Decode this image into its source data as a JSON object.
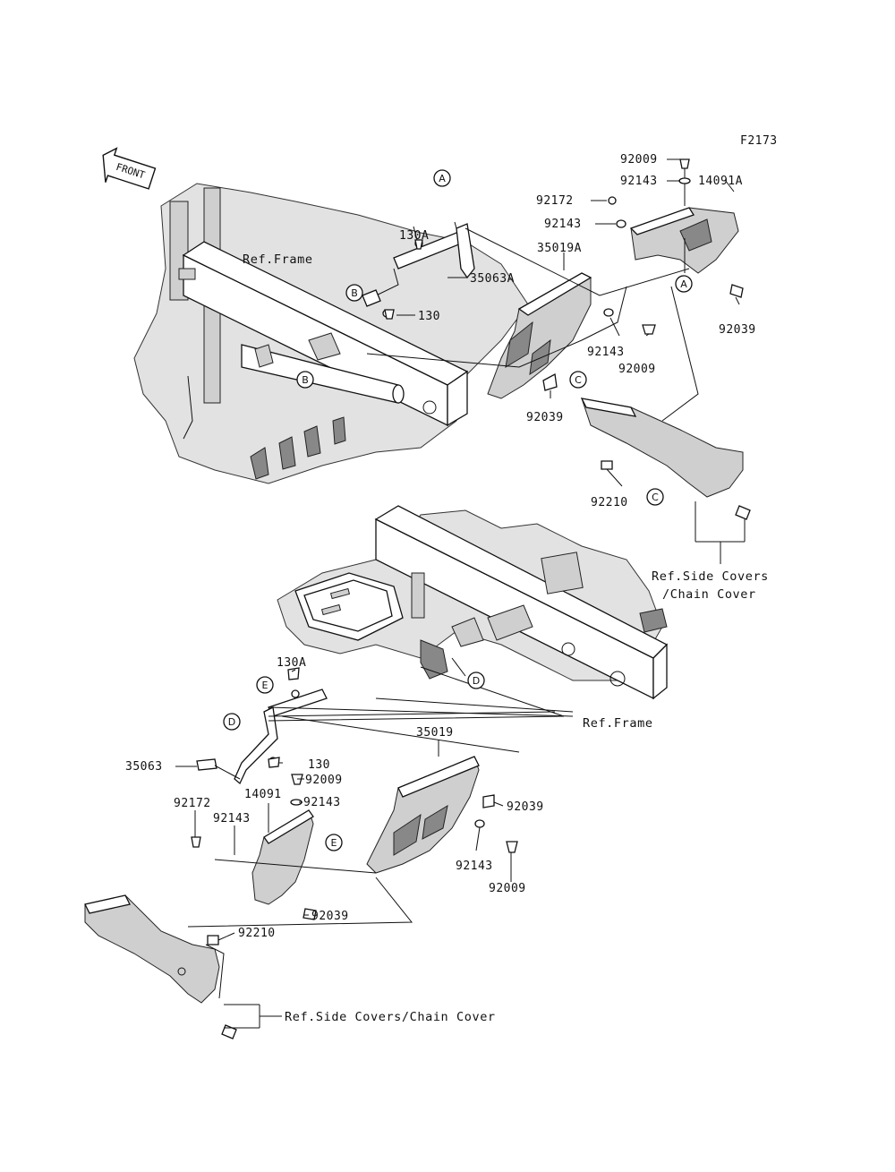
{
  "figure_code": "F2173",
  "front_label": "FRONT",
  "labels": {
    "p92009_top": "92009",
    "p92143_top": "92143",
    "p14091A": "14091A",
    "p92172_top": "92172",
    "p92143_mid": "92143",
    "p35019A": "35019A",
    "p130A_top": "130A",
    "p35063A": "35063A",
    "p130_top": "130",
    "p92143_r": "92143",
    "p92009_r": "92009",
    "p92039_tr": "92039",
    "p92039_mid": "92039",
    "p92210_top": "92210",
    "p130A_bot": "130A",
    "p35019": "35019",
    "p35063": "35063",
    "p130_bot": "130",
    "p92009_b1": "92009",
    "p14091": "14091",
    "p92143_b1": "92143",
    "p92172_bot": "92172",
    "p92143_bl": "92143",
    "p92039_b1": "92039",
    "p92143_b2": "92143",
    "p92009_b2": "92009",
    "p92039_b2": "92039",
    "p92210_bot": "92210"
  },
  "refs": {
    "frame_top": "Ref.Frame",
    "frame_bot": "Ref.Frame",
    "covers_top_1": "Ref.Side Covers",
    "covers_top_2": "/Chain Cover",
    "covers_bot": "Ref.Side Covers/Chain Cover"
  },
  "callouts": {
    "A": "A",
    "B": "B",
    "C": "C",
    "D": "D",
    "E": "E"
  }
}
